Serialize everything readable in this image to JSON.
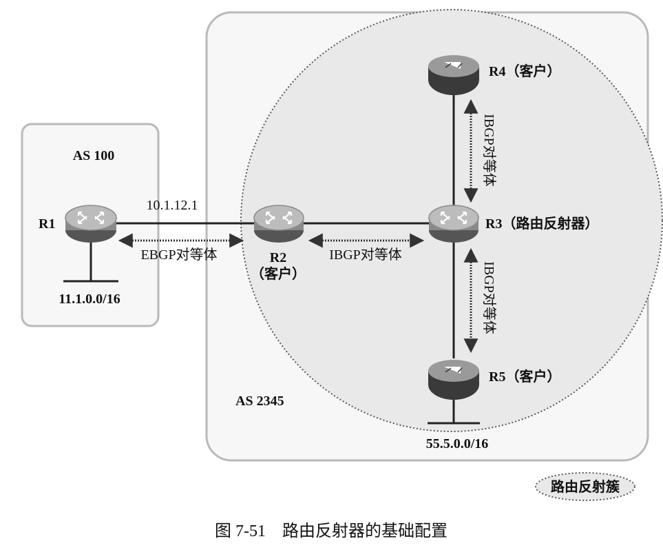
{
  "as_left": {
    "name": "AS 100",
    "color": "#f7f7f7",
    "border": "#b9b9b9"
  },
  "as_right": {
    "name": "AS 2345",
    "color": "#f7f7f7",
    "border": "#b9b9b9"
  },
  "cluster": {
    "label": "路由反射簇",
    "fill": "#e9e9e9",
    "border": "#555555"
  },
  "routers": {
    "r1": {
      "label": "R1",
      "network": "11.1.0.0/16"
    },
    "r2": {
      "label": "R2",
      "role": "（客户）"
    },
    "r3": {
      "label": "R3（路由反射器）"
    },
    "r4": {
      "label": "R4（客户）"
    },
    "r5": {
      "label": "R5（客户）",
      "network": "55.5.0.0/16"
    }
  },
  "links": {
    "r1_r2_address": "10.1.12.1",
    "r1_r2_peer": "EBGP对等体",
    "r2_r3_peer": "IBGP对等体",
    "r3_r4_peer": "IBGP对等体",
    "r3_r5_peer": "IBGP对等体"
  },
  "caption": "图 7-51　路由反射器的基础配置",
  "colors": {
    "router_top": "#bcbcbc",
    "router_body": "#8a8a8a",
    "router_dark": "#3a3a3a",
    "line": "#222222",
    "peer_arrow": "#333333"
  }
}
